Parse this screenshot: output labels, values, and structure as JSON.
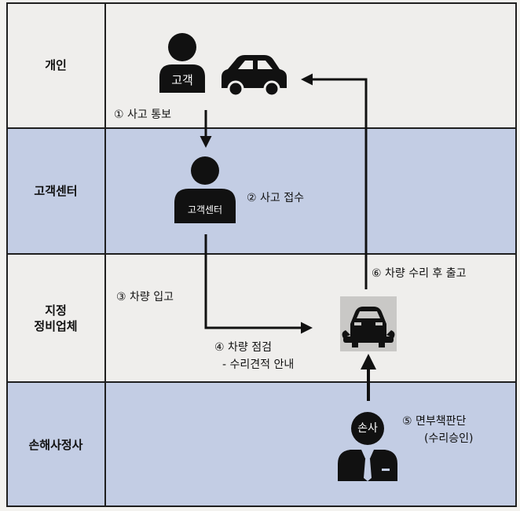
{
  "lanes": [
    {
      "label": "개인"
    },
    {
      "label": "고객센터"
    },
    {
      "label": "지정\n정비업체"
    },
    {
      "label": "손해사정사"
    }
  ],
  "actors": {
    "customer_badge": "고객",
    "center_badge": "고객센터",
    "adjuster_badge": "손사"
  },
  "steps": {
    "s1": "① 사고 통보",
    "s2": "② 사고 접수",
    "s3": "③ 차량 입고",
    "s4a": "④ 차량 점검",
    "s4b": "- 수리견적 안내",
    "s5a": "⑤ 면부책판단",
    "s5b": "(수리승인)",
    "s6": "⑥ 차량 수리 후 출고"
  },
  "colors": {
    "lane_white": "#efeeec",
    "lane_blue": "#c3cde4",
    "icon": "#111111",
    "line": "#1f1f1f"
  }
}
